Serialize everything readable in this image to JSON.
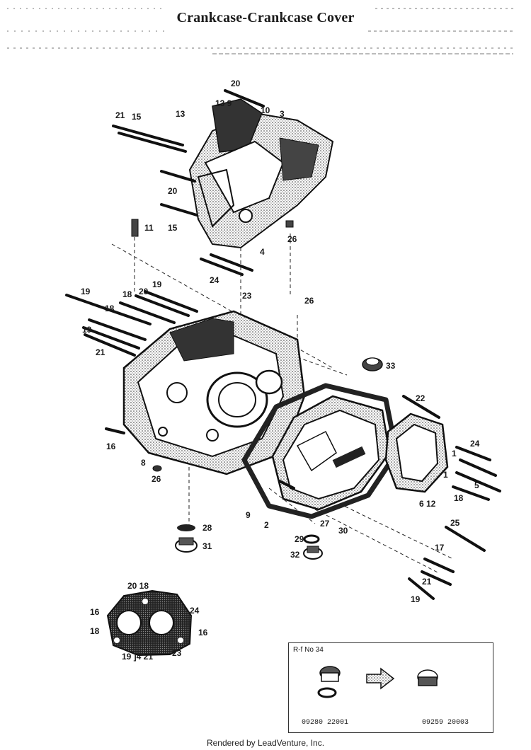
{
  "title": "Crankcase-Crankcase Cover",
  "footer": "Rendered by LeadVenture, Inc.",
  "reference_box": {
    "label": "R-f No 34",
    "old_part": "09280 22001",
    "new_part": "09259 20003"
  },
  "callouts": {
    "c_20_top": "20",
    "c_13_9": "13 9",
    "c_10": "10",
    "c_3": "3",
    "c_21_top": "21",
    "c_15_top": "15",
    "c_13_left": "13",
    "c_20_mid": "20",
    "c_15_mid": "15",
    "c_11": "11",
    "c_26_top": "26",
    "c_4": "4",
    "c_24_top": "24",
    "c_23_top": "23",
    "c_19_a": "19",
    "c_19_b": "19",
    "c_18_a": "18",
    "c_20_b": "20",
    "c_18_b": "18",
    "c_19_c": "19",
    "c_21_b": "21",
    "c_26_mid": "26",
    "c_33": "33",
    "c_22": "22",
    "c_16_left": "16",
    "c_8": "8",
    "c_26_low": "26",
    "c_24_right": "24",
    "c_1a": "1",
    "c_1b": "1",
    "c_5": "5",
    "c_18_right": "18",
    "c_6_12": "6 12",
    "c_9": "9",
    "c_2": "2",
    "c_27": "27",
    "c_30": "30",
    "c_28": "28",
    "c_31": "31",
    "c_29": "29",
    "c_32": "32",
    "c_25": "25",
    "c_17": "17",
    "c_21_right": "21",
    "c_19_right": "19",
    "i_20_18": "20 18",
    "i_16_a": "16",
    "i_24": "24",
    "i_18": "18",
    "i_16_b": "16",
    "i_19_21": "19 ]4 21",
    "i_23": "23"
  }
}
